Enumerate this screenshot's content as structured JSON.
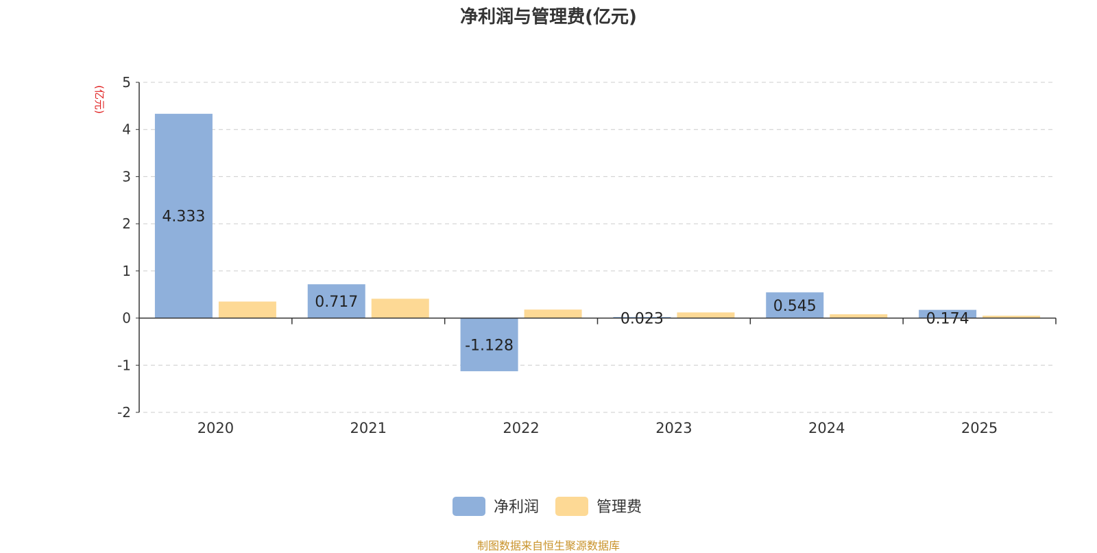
{
  "title": "净利润与管理费(亿元)",
  "source_note": "制图数据来自恒生聚源数据库",
  "chart_data": {
    "type": "bar",
    "title": "净利润与管理费(亿元)",
    "ylabel": "(亿元)",
    "xlabel": "",
    "categories": [
      "2020",
      "2021",
      "2022",
      "2023",
      "2024",
      "2025"
    ],
    "series": [
      {
        "name": "净利润",
        "color": "#8fb0db",
        "values": [
          4.333,
          0.717,
          -1.128,
          0.023,
          0.545,
          0.174
        ],
        "labels": [
          "4.333",
          "0.717",
          "-1.128",
          "0.023",
          "0.545",
          "0.174"
        ]
      },
      {
        "name": "管理费",
        "color": "#fdd995",
        "values": [
          0.35,
          0.41,
          0.18,
          0.12,
          0.08,
          0.05
        ]
      }
    ],
    "ylim": [
      -2,
      5
    ],
    "yticks": [
      "5",
      "4",
      "3",
      "2",
      "1",
      "0",
      "-1",
      "-2"
    ],
    "grid": true,
    "legend_position": "bottom",
    "ylabel_color": "#e02020"
  }
}
